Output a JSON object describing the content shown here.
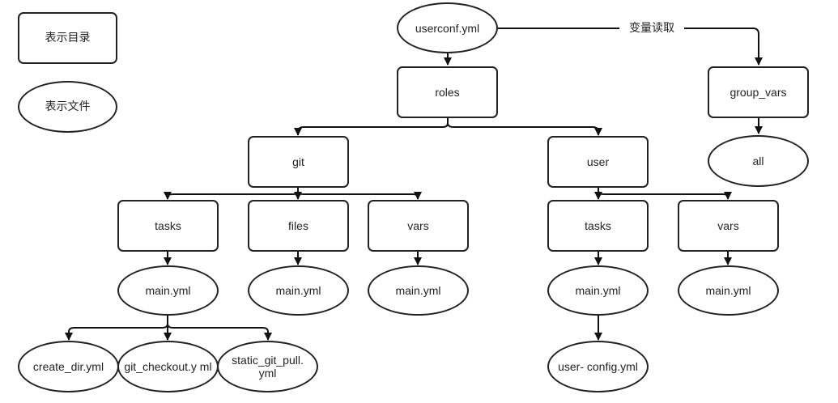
{
  "legend": {
    "directory": "表示目录",
    "file": "表示文件"
  },
  "edge_label": "变量读取",
  "nodes": {
    "userconf": "userconf.yml",
    "roles": "roles",
    "group_vars": "group_vars",
    "all": "all",
    "git": "git",
    "user": "user",
    "git_tasks": "tasks",
    "git_files": "files",
    "git_vars": "vars",
    "user_tasks": "tasks",
    "user_vars": "vars",
    "git_tasks_main": "main.yml",
    "git_files_main": "main.yml",
    "git_vars_main": "main.yml",
    "user_tasks_main": "main.yml",
    "user_vars_main": "main.yml",
    "create_dir": "create_dir.yml",
    "git_checkout": "git_checkout.y ml",
    "static_git_pull": "static_git_pull. yml",
    "user_config": "user- config.yml"
  }
}
